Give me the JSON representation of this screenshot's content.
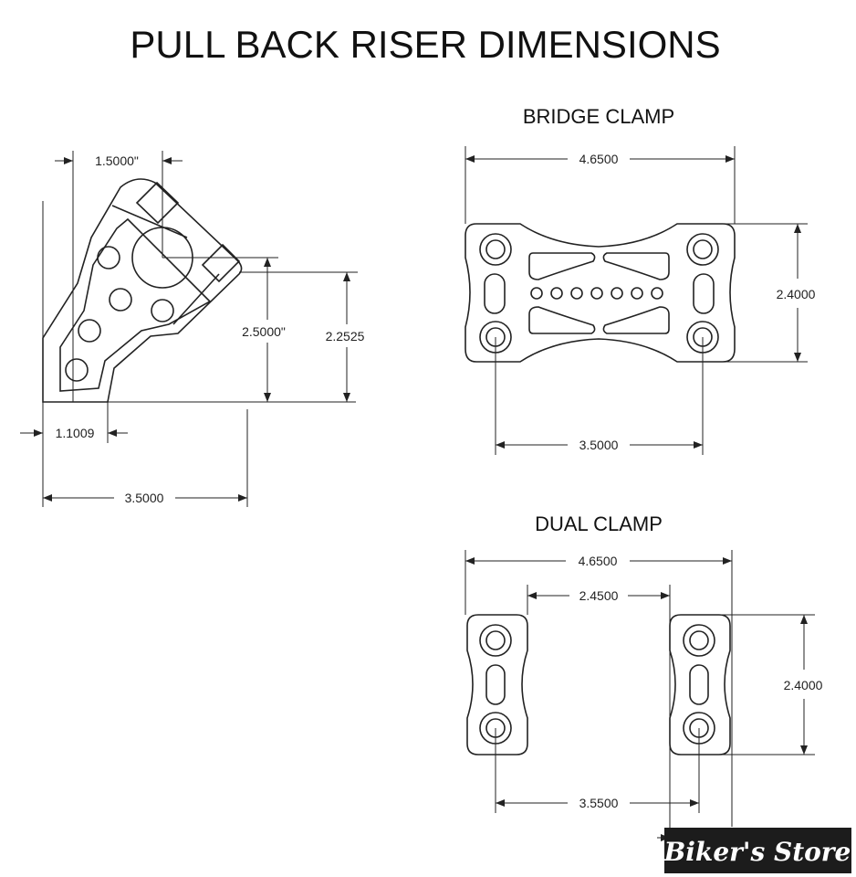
{
  "title": "PULL BACK RISER DIMENSIONS",
  "riser": {
    "dim_top": "1.5000\"",
    "dim_height_a": "2.5000\"",
    "dim_height_b": "2.2525",
    "dim_offset": "1.1009",
    "dim_width": "3.5000"
  },
  "bridge_clamp": {
    "heading": "BRIDGE CLAMP",
    "dim_width": "4.6500",
    "dim_height": "2.4000",
    "dim_hole_spacing": "3.5000"
  },
  "dual_clamp": {
    "heading": "DUAL CLAMP",
    "dim_width": "4.6500",
    "dim_gap": "2.4500",
    "dim_height": "2.4000",
    "dim_hole_spacing": "3.5500"
  },
  "watermark": "Biker's Store"
}
